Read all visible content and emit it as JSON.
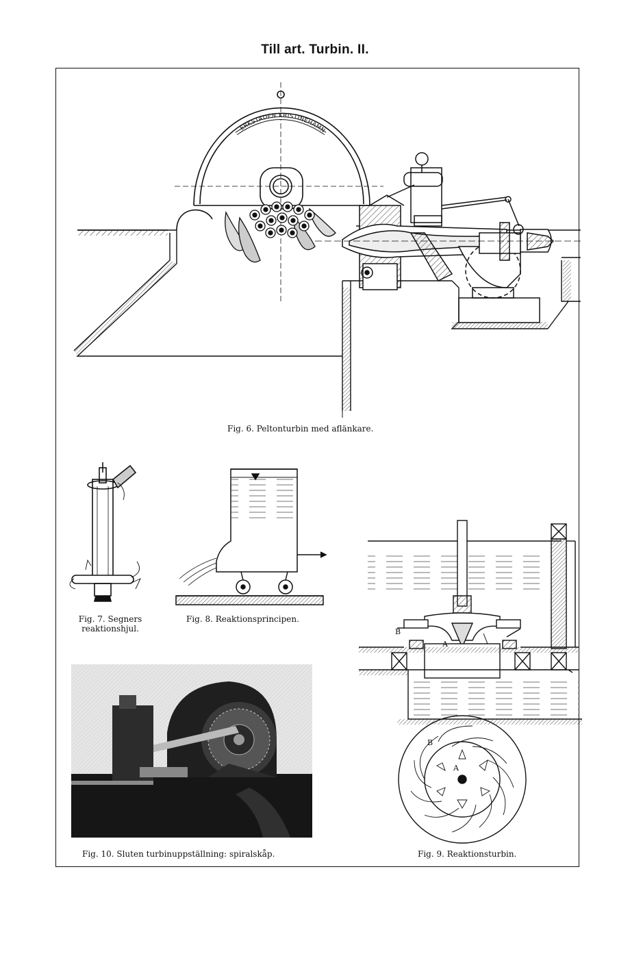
{
  "page": {
    "header": "Till art. Turbin. II."
  },
  "figures": {
    "fig6": {
      "caption": "Fig. 6.   Peltonturbin med aflänkare.",
      "casing_text": "VERKSTADEN KRISTINEHAMN"
    },
    "fig7": {
      "caption_line1": "Fig. 7.   Segners",
      "caption_line2": "reaktionshjul."
    },
    "fig8": {
      "caption": "Fig. 8.   Reaktionsprincipen."
    },
    "fig9": {
      "caption": "Fig. 9.   Reaktionsturbin.",
      "label_a": "A",
      "label_b": "B"
    },
    "fig10": {
      "caption": "Fig. 10.   Sluten turbinuppställning: spiralskåp."
    }
  }
}
